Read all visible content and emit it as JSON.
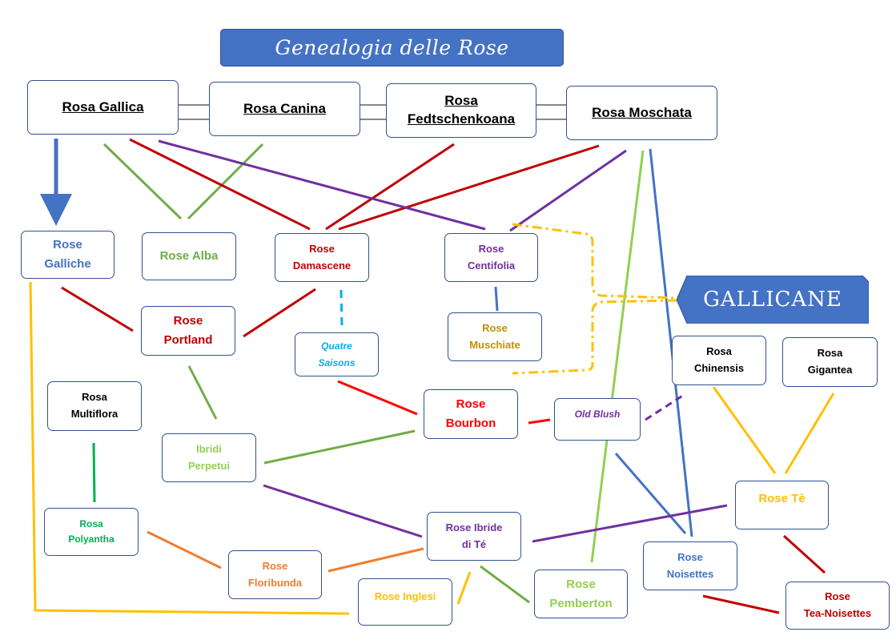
{
  "title": "Genealogia delle Rose",
  "banner": "GALLICANE",
  "colors": {
    "blue": "#4472c4",
    "green": "#70ad47",
    "red": "#c00000",
    "bright_red": "#ff0000",
    "purple": "#7030a0",
    "gold": "#bf9000",
    "cyan": "#00b0f0",
    "orange": "#ed7d31",
    "yellow": "#ffc000",
    "dark_green": "#00b050",
    "light_green": "#92d050"
  },
  "nodes": {
    "rosa_gallica": {
      "lines": [
        "Rosa Gallica"
      ]
    },
    "rosa_canina": {
      "lines": [
        "Rosa Canina"
      ]
    },
    "rosa_fedtschenkoana": {
      "lines": [
        "Rosa",
        "Fedtschenkoana"
      ]
    },
    "rosa_moschata": {
      "lines": [
        "Rosa Moschata"
      ]
    },
    "rose_galliche": {
      "lines": [
        "Rose",
        "Galliche"
      ]
    },
    "rose_alba": {
      "lines": [
        "Rose Alba"
      ]
    },
    "rose_damascene": {
      "lines": [
        "Rose",
        "Damascene"
      ]
    },
    "rose_centifolia": {
      "lines": [
        "Rose",
        "Centifolia"
      ]
    },
    "rose_portland": {
      "lines": [
        "Rose",
        "Portland"
      ]
    },
    "quatre_saisons": {
      "lines": [
        "Quatre",
        "Saisons"
      ]
    },
    "rose_muschiate": {
      "lines": [
        "Rose",
        "Muschiate"
      ]
    },
    "rosa_chinensis": {
      "lines": [
        "Rosa",
        "Chinensis"
      ]
    },
    "rosa_gigantea": {
      "lines": [
        "Rosa",
        "Gigantea"
      ]
    },
    "rosa_multiflora": {
      "lines": [
        "Rosa",
        "Multiflora"
      ]
    },
    "rose_bourbon": {
      "lines": [
        "Rose",
        "Bourbon"
      ]
    },
    "old_blush": {
      "lines": [
        "Old Blush"
      ]
    },
    "ibridi_perpetui": {
      "lines": [
        "Ibridi",
        "Perpetui"
      ]
    },
    "rose_te": {
      "lines": [
        "Rose Tè"
      ]
    },
    "rosa_polyantha": {
      "lines": [
        "Rosa",
        "Polyantha"
      ]
    },
    "rose_ibride_di_te": {
      "lines": [
        "Rose Ibride",
        "di Té"
      ]
    },
    "rose_noisettes": {
      "lines": [
        "Rose",
        "Noisettes"
      ]
    },
    "rose_floribunda": {
      "lines": [
        "Rose",
        "Floribunda"
      ]
    },
    "rose_inglesi": {
      "lines": [
        "Rose Inglesi"
      ]
    },
    "rose_pemberton": {
      "lines": [
        "Rose",
        "Pemberton"
      ]
    },
    "rose_tea_noisettes": {
      "lines": [
        "Rose",
        "Tea-Noisettes"
      ]
    }
  }
}
